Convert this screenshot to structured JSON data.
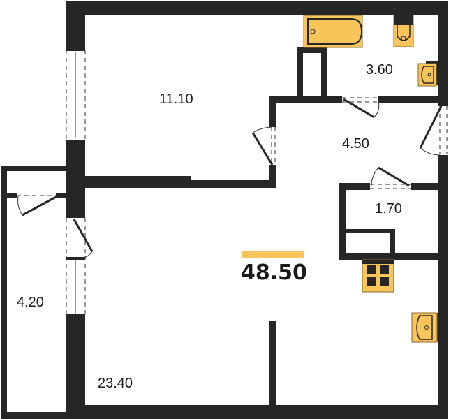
{
  "plan": {
    "total_area": "48.50",
    "accent_color": "#f9c55a",
    "wall_color": "#262626",
    "rooms": [
      {
        "id": "bedroom",
        "area": "11.10"
      },
      {
        "id": "bathroom",
        "area": "3.60"
      },
      {
        "id": "hallway",
        "area": "4.50"
      },
      {
        "id": "storage",
        "area": "1.70"
      },
      {
        "id": "balcony",
        "area": "4.20"
      },
      {
        "id": "living-kitchen",
        "area": "23.40"
      }
    ],
    "fixtures": [
      "bathtub",
      "toilet",
      "bathroom-sink",
      "stove",
      "kitchen-sink"
    ]
  }
}
